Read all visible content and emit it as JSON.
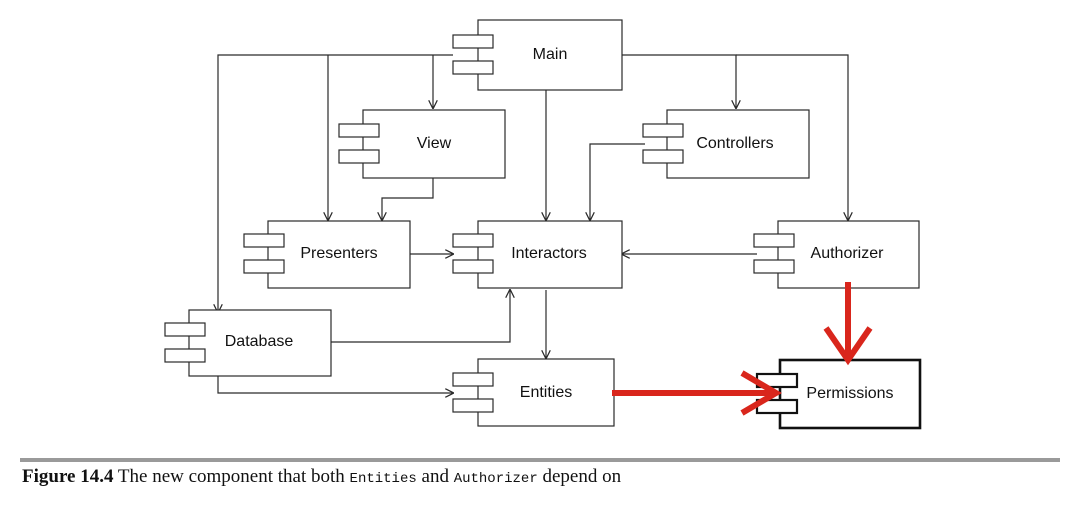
{
  "diagram": {
    "components": {
      "main": "Main",
      "view": "View",
      "controllers": "Controllers",
      "presenters": "Presenters",
      "interactors": "Interactors",
      "authorizer": "Authorizer",
      "database": "Database",
      "entities": "Entities",
      "permissions": "Permissions"
    },
    "highlight_color": "#d9261c"
  },
  "caption": {
    "label": "Figure 14.4",
    "text_before": "The new component that both",
    "code_1": "Entities",
    "text_middle": "and",
    "code_2": "Authorizer",
    "text_after": "depend on"
  }
}
